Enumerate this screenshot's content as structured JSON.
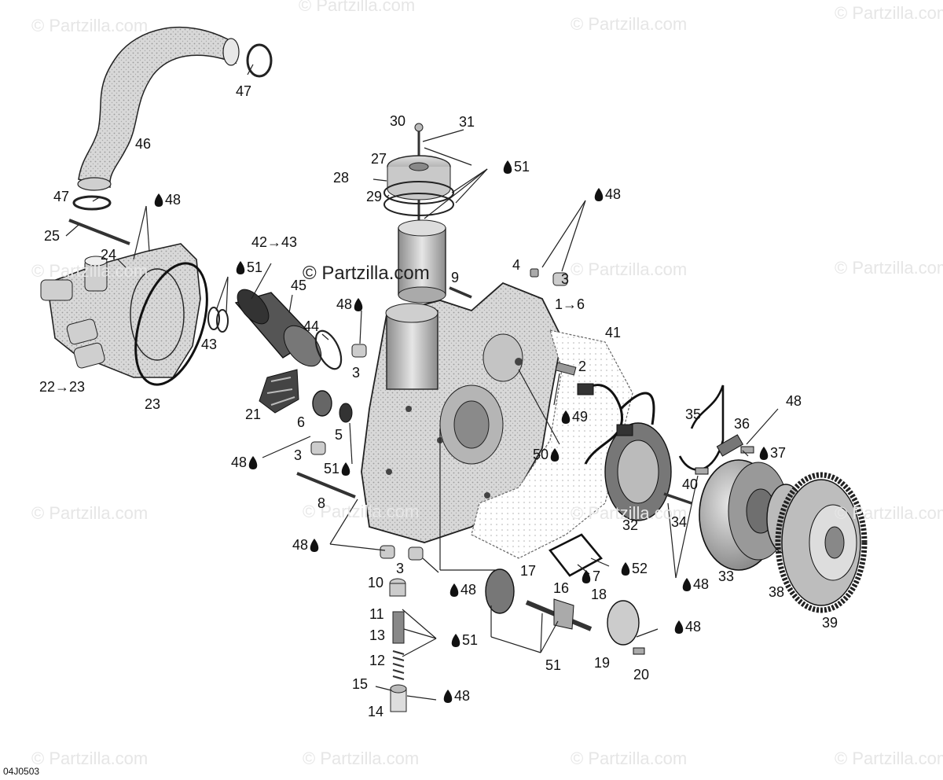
{
  "watermark": "© Partzilla.com",
  "diagram_code": "04J0503",
  "labels": [
    "47",
    "46",
    "47",
    "48",
    "25",
    "24",
    "22→23",
    "23",
    "30",
    "31",
    "27",
    "51",
    "28",
    "29",
    "42→43",
    "51",
    "45",
    "43",
    "44",
    "48",
    "3",
    "21",
    "6",
    "5",
    "48",
    "3",
    "51",
    "8",
    "48",
    "3",
    "10",
    "48",
    "11",
    "13",
    "51",
    "12",
    "15",
    "48",
    "14",
    "9",
    "48",
    "4",
    "3",
    "1→6",
    "41",
    "2",
    "49",
    "50",
    "17",
    "16",
    "51",
    "7",
    "52",
    "18",
    "48",
    "19",
    "20",
    "35",
    "36",
    "48",
    "37",
    "40",
    "32",
    "34",
    "48",
    "33",
    "38",
    "39"
  ],
  "colors": {
    "line": "#222222",
    "part_fill": "#bdbdbd",
    "part_dark": "#7a7a7a",
    "watermark": "#e6e6e6"
  }
}
